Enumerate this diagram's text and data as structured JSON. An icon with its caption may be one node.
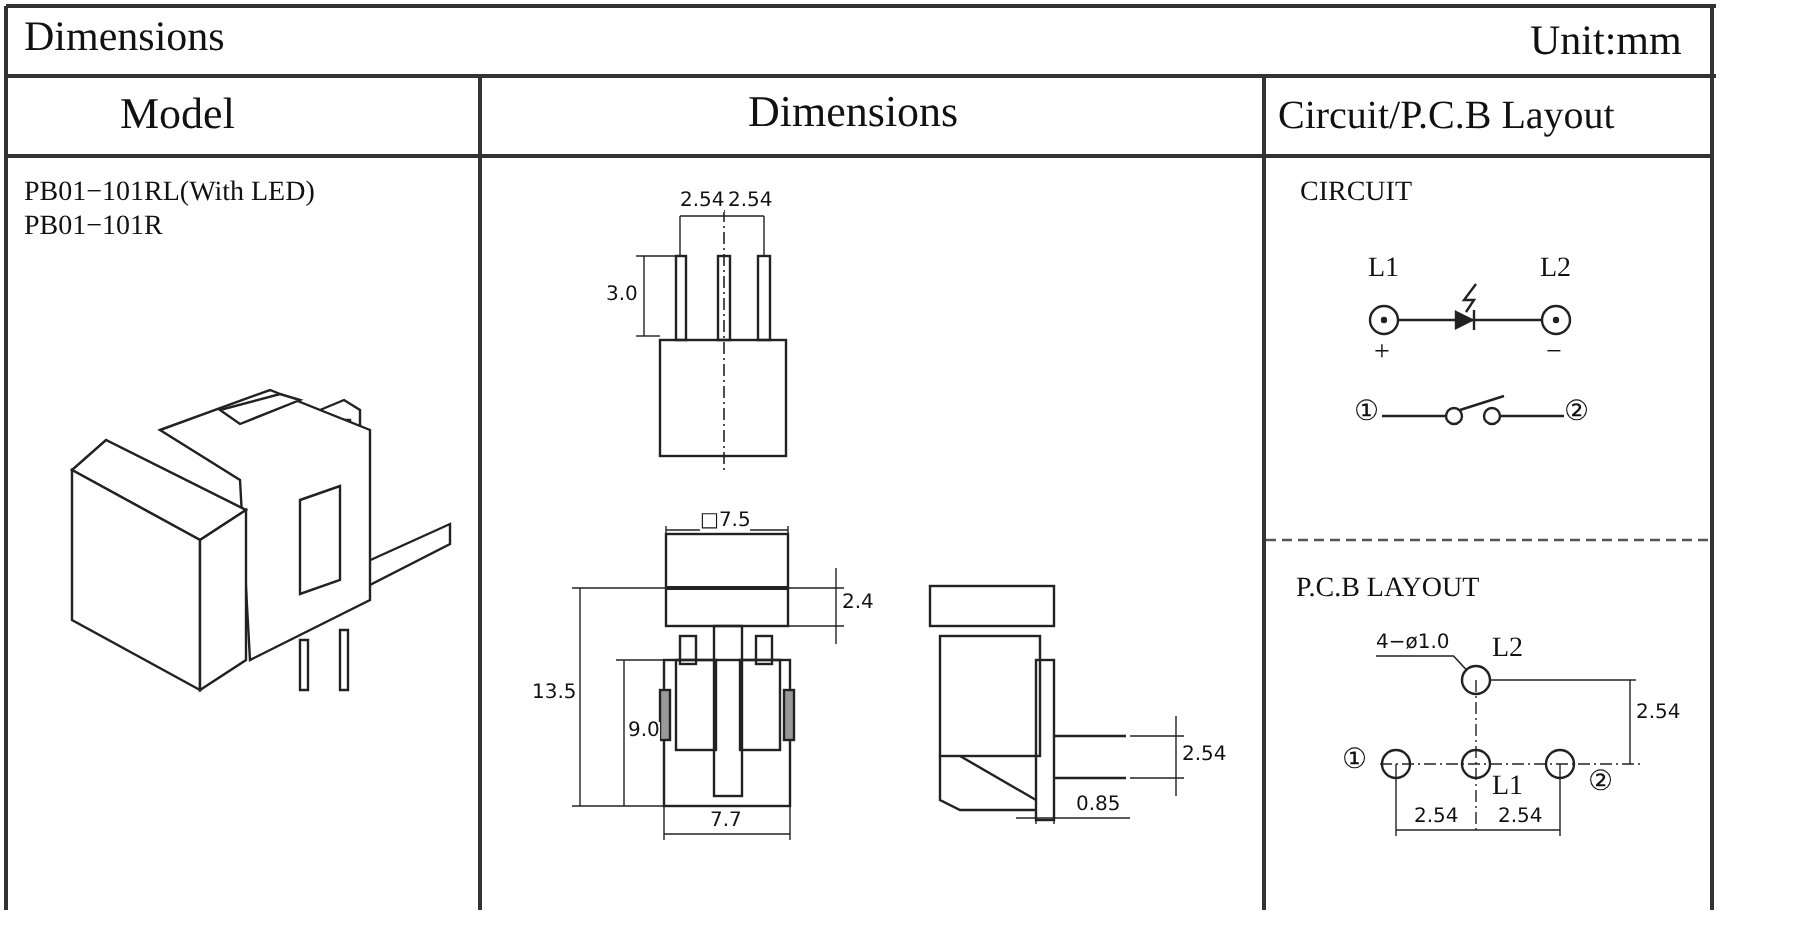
{
  "diagram": {
    "title": "Dimensions",
    "nodes": [
      {
        "text": [
          "4−ø1.0"
        ]
      },
      {
        "text": [],
        "shape": "circle"
      }
    ],
    "edges": [
      {
        "from": 0,
        "to": 1,
        "arrow": "none"
      }
    ],
    "labels": [
      "Unit:mm",
      "Model",
      "Dimensions",
      "Circuit/P.C.B Layout",
      "PB01−101RL(With LED)",
      "PB01−101R",
      "2.54",
      "2.54",
      "3.0",
      "□7.5",
      "2.4",
      "13.5",
      "9.0",
      "7.7",
      "2.54",
      "0.85",
      "CIRCUIT",
      "L1",
      "L2",
      "+",
      "−",
      "①",
      "②",
      "P.C.B LAYOUT",
      "L2",
      "L1",
      "①",
      "②",
      "2.54",
      "2.54",
      "2.54"
    ]
  }
}
